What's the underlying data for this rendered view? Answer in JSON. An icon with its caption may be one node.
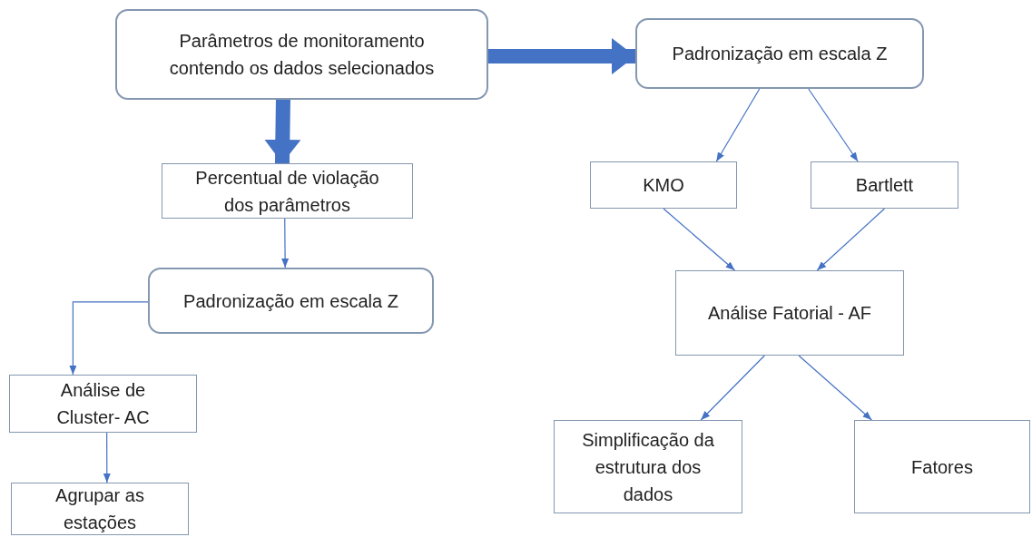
{
  "diagram": {
    "nodes": [
      {
        "text": [
          "Parâmetros de monitoramento contendo os dados selecionados"
        ]
      },
      {
        "text": [
          "Padronização em escala Z"
        ]
      },
      {
        "text": [
          "Percentual de violação dos parâmetros"
        ]
      },
      {
        "text": [
          "Padronização em escala Z"
        ]
      },
      {
        "text": [
          "Análise de Cluster- AC"
        ]
      },
      {
        "text": [
          "Agrupar as estações"
        ]
      },
      {
        "text": [
          "KMO"
        ]
      },
      {
        "text": [
          "Bartlett"
        ]
      },
      {
        "text": [
          "Análise Fatorial - AF"
        ]
      },
      {
        "text": [
          "Simplificação da estrutura dos dados"
        ]
      },
      {
        "text": [
          "Fatores"
        ]
      }
    ],
    "edges": [
      {
        "from": 0,
        "to": 1,
        "arrow": "to",
        "style": "thick"
      },
      {
        "from": 0,
        "to": 2,
        "arrow": "to",
        "style": "thick"
      },
      {
        "from": 2,
        "to": 3,
        "arrow": "to"
      },
      {
        "from": 3,
        "to": 4,
        "arrow": "to"
      },
      {
        "from": 4,
        "to": 5,
        "arrow": "to"
      },
      {
        "from": 1,
        "to": 6,
        "arrow": "to"
      },
      {
        "from": 1,
        "to": 7,
        "arrow": "to"
      },
      {
        "from": 6,
        "to": 8,
        "arrow": "to"
      },
      {
        "from": 7,
        "to": 8,
        "arrow": "to"
      },
      {
        "from": 8,
        "to": 9,
        "arrow": "to"
      },
      {
        "from": 8,
        "to": 10,
        "arrow": "to"
      }
    ]
  }
}
